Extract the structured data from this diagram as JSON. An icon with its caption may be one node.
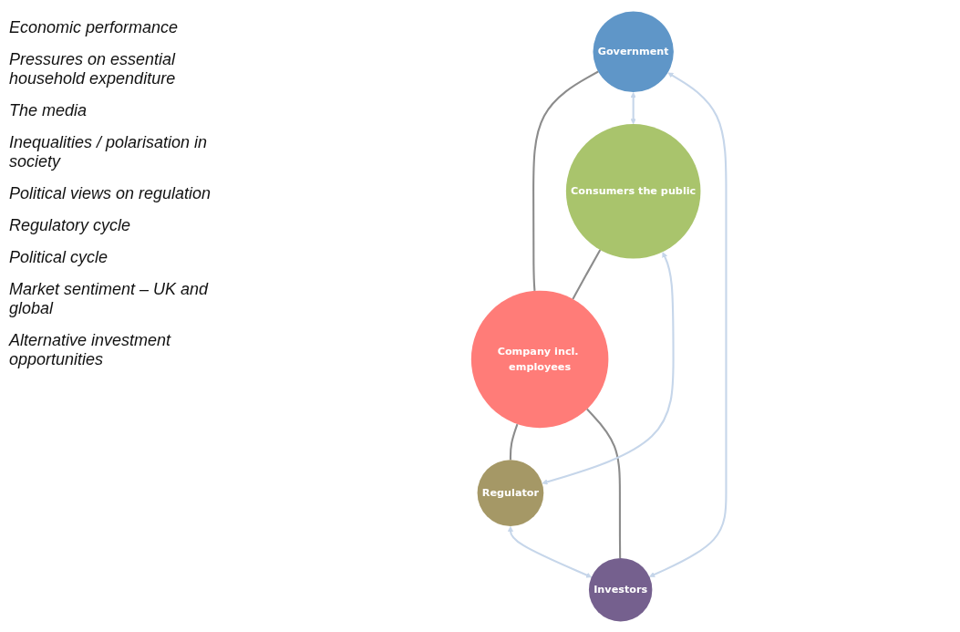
{
  "diagram": {
    "nodes": [
      {
        "text": [
          "Consumers the public"
        ]
      },
      {
        "text": [
          "Government"
        ]
      },
      {
        "text": [
          "Company incl. employees"
        ]
      },
      {
        "text": [
          "Regulator"
        ]
      },
      {
        "text": [
          "Investors"
        ]
      }
    ],
    "edges": [
      {
        "from": 0,
        "to": 2,
        "arrow": "none",
        "color": "#8c8c8c"
      },
      {
        "from": 1,
        "to": 2,
        "arrow": "none",
        "color": "#8c8c8c"
      },
      {
        "from": 2,
        "to": 3,
        "arrow": "none",
        "color": "#8c8c8c"
      },
      {
        "from": 2,
        "to": 4,
        "arrow": "none",
        "color": "#8c8c8c"
      },
      {
        "from": 1,
        "to": 0,
        "arrow": "both",
        "color": "#c6d6ea"
      },
      {
        "from": 0,
        "to": 3,
        "arrow": "both",
        "color": "#c6d6ea"
      },
      {
        "from": 1,
        "to": 4,
        "arrow": "both",
        "color": "#c6d6ea"
      },
      {
        "from": 3,
        "to": 4,
        "arrow": "both",
        "color": "#c6d6ea"
      }
    ],
    "labels": [
      "Economic performance",
      "Pressures on essential household expenditure",
      "The media",
      "Inequalities / polarisation in society",
      "Political views on regulation",
      "Regulatory cycle",
      "Political cycle",
      "Market sentiment – UK and global",
      "Alternative investment opportunities"
    ]
  }
}
